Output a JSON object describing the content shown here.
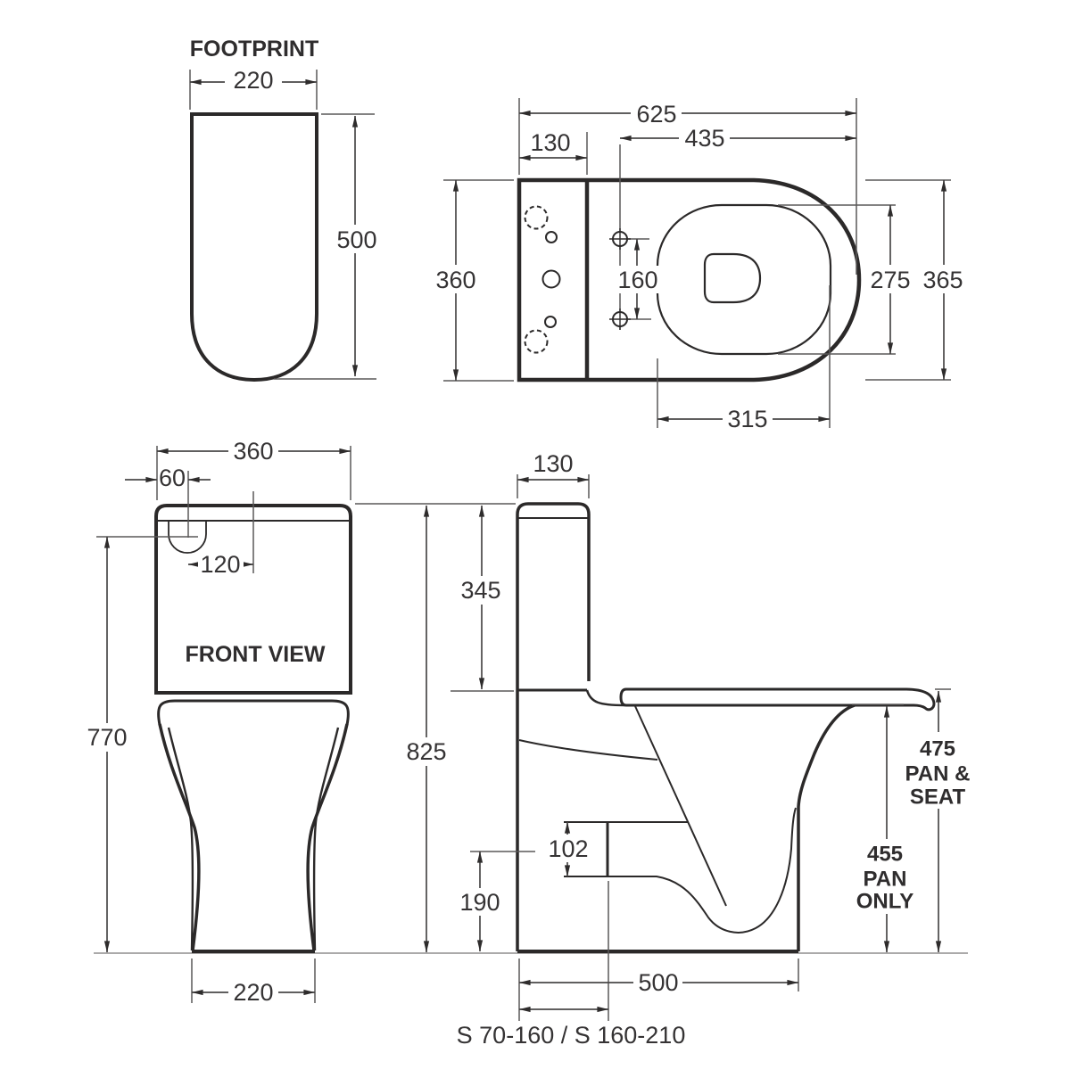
{
  "ink": "#2b2929",
  "footprint": {
    "label": "FOOTPRINT",
    "width": "220",
    "depth": "500"
  },
  "plan": {
    "overall_length": "625",
    "length_to_fixing_holes": "435",
    "tank_depth": "130",
    "width_left": "360",
    "fixing_hole_centres": "160",
    "seat_opening_length": "275",
    "width_right": "365",
    "seat_opening_width": "315"
  },
  "front": {
    "label": "FRONT VIEW",
    "tank_width": "360",
    "button_edge_offset": "60",
    "button_to_centre": "120",
    "inlet_height": "770",
    "overall_height": "825",
    "base_width": "220"
  },
  "side": {
    "tank_depth": "130",
    "tank_height": "345",
    "outlet_size": "102",
    "outlet_centre_height": "190",
    "base_depth": "500",
    "pan_seat_value": "475",
    "pan_seat_label_1": "PAN &",
    "pan_seat_label_2": "SEAT",
    "pan_only_value": "455",
    "pan_only_label_1": "PAN",
    "pan_only_label_2": "ONLY",
    "setout_range": "S 70-160  /  S 160-210"
  }
}
